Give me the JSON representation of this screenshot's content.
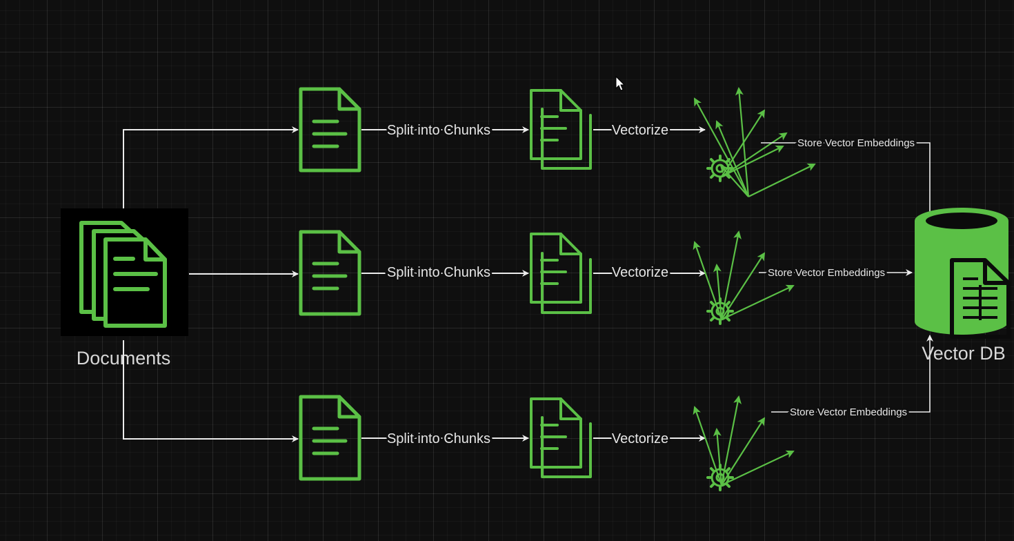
{
  "labels": {
    "documents": "Documents",
    "split": "Split into Chunks",
    "vectorize": "Vectorize",
    "store": "Store Vector Embeddings",
    "vector_db": "Vector DB"
  },
  "colors": {
    "icon_green": "#5bc046",
    "arrow_white": "#ececec",
    "text": "#e6e6e6",
    "background": "#0f0f0f"
  }
}
